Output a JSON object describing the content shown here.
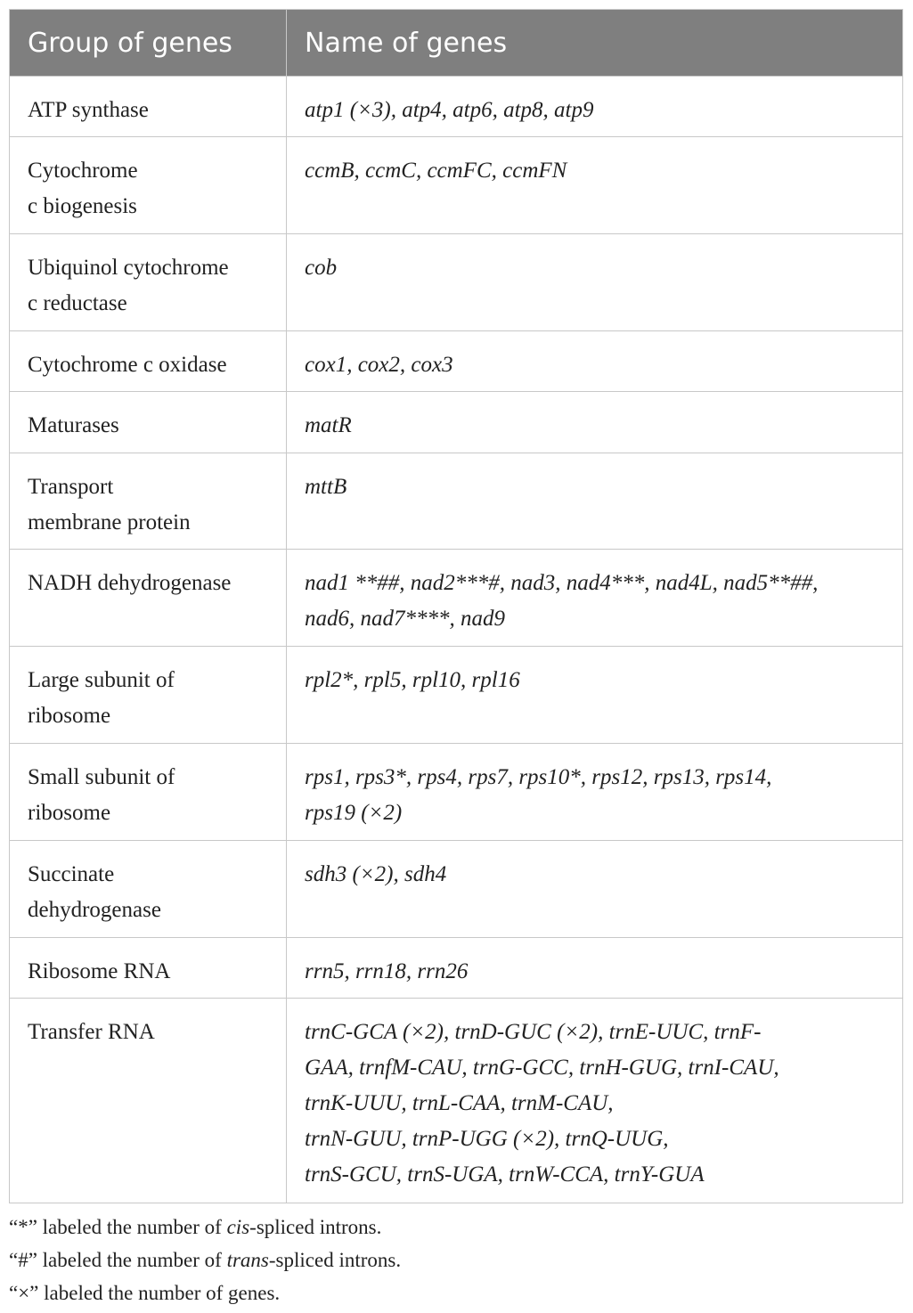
{
  "table": {
    "headers": [
      "Group of genes",
      "Name of genes"
    ],
    "rows": [
      {
        "group_lines": [
          "ATP synthase"
        ],
        "name_lines": [
          "atp1 (×3), atp4, atp6, atp8, atp9"
        ]
      },
      {
        "group_lines": [
          "Cytochrome",
          "c biogenesis"
        ],
        "name_lines": [
          "ccmB, ccmC, ccmFC, ccmFN"
        ]
      },
      {
        "group_lines": [
          "Ubiquinol cytochrome",
          "c reductase"
        ],
        "name_lines": [
          "cob"
        ]
      },
      {
        "group_lines": [
          "Cytochrome c oxidase"
        ],
        "name_lines": [
          "cox1, cox2, cox3"
        ]
      },
      {
        "group_lines": [
          "Maturases"
        ],
        "name_lines": [
          "matR"
        ]
      },
      {
        "group_lines": [
          "Transport",
          "membrane protein"
        ],
        "name_lines": [
          "mttB"
        ]
      },
      {
        "group_lines": [
          "NADH dehydrogenase"
        ],
        "name_lines": [
          "nad1 **##, nad2***#, nad3, nad4***, nad4L, nad5**##,",
          "nad6, nad7****, nad9"
        ]
      },
      {
        "group_lines": [
          "Large subunit of",
          "ribosome"
        ],
        "name_lines": [
          "rpl2*, rpl5, rpl10, rpl16"
        ]
      },
      {
        "group_lines": [
          "Small subunit of",
          "ribosome"
        ],
        "name_lines": [
          "rps1, rps3*, rps4, rps7, rps10*, rps12, rps13, rps14,",
          "rps19 (×2)"
        ]
      },
      {
        "group_lines": [
          "Succinate",
          "dehydrogenase"
        ],
        "name_lines": [
          "sdh3 (×2), sdh4"
        ]
      },
      {
        "group_lines": [
          "Ribosome RNA"
        ],
        "name_lines": [
          "rrn5, rrn18, rrn26"
        ]
      },
      {
        "group_lines": [
          "Transfer RNA"
        ],
        "name_lines": [
          "trnC-GCA (×2), trnD-GUC (×2), trnE-UUC, trnF-",
          "GAA, trnfM-CAU, trnG-GCC, trnH-GUG, trnI-CAU,",
          "trnK-UUU, trnL-CAA, trnM-CAU,",
          "trnN-GUU, trnP-UGG (×2), trnQ-UUG,",
          "trnS-GCU, trnS-UGA, trnW-CCA, trnY-GUA"
        ]
      }
    ],
    "row_heights": [
      0,
      0,
      0,
      0,
      0,
      0,
      0,
      0,
      0,
      0,
      0,
      0
    ]
  },
  "footnotes": {
    "cis": {
      "pre": "“*” labeled the number of ",
      "em": "cis",
      "post": "-spliced introns."
    },
    "trans": {
      "pre": "“#” labeled the number of ",
      "em": "trans",
      "post": "-spliced introns."
    },
    "genes": {
      "text": "“×” labeled the number of genes."
    }
  }
}
